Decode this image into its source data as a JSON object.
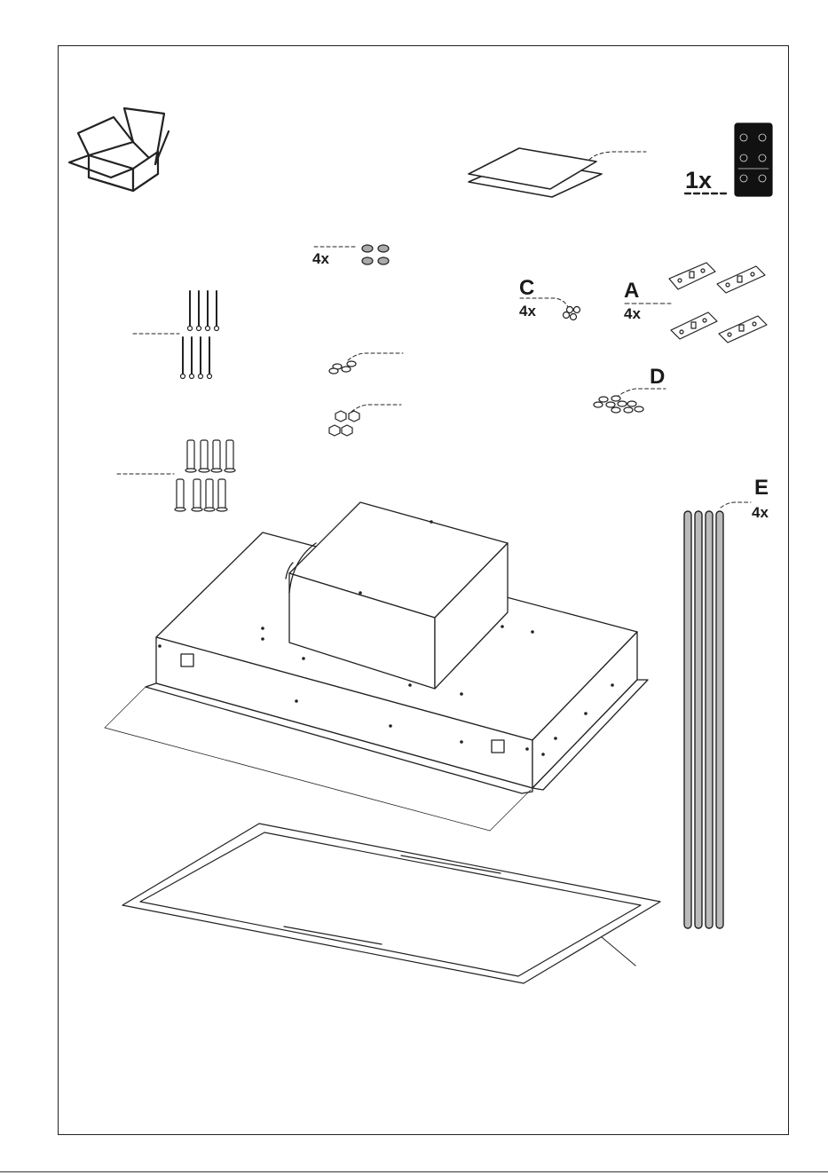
{
  "labels": {
    "qty_caps": "4x",
    "letter_c": "C",
    "qty_c": "4x",
    "letter_a": "A",
    "qty_a": "4x",
    "letter_d": "D",
    "letter_e": "E",
    "qty_e": "4x",
    "remote_qty": "1x"
  },
  "icons": {
    "package": "open-box-icon",
    "manual": "manual-sheets-icon",
    "remote": "remote-control-icon"
  },
  "colors": {
    "line": "#222222",
    "remote_body": "#111111",
    "rod_fill": "#b8b8b8"
  }
}
